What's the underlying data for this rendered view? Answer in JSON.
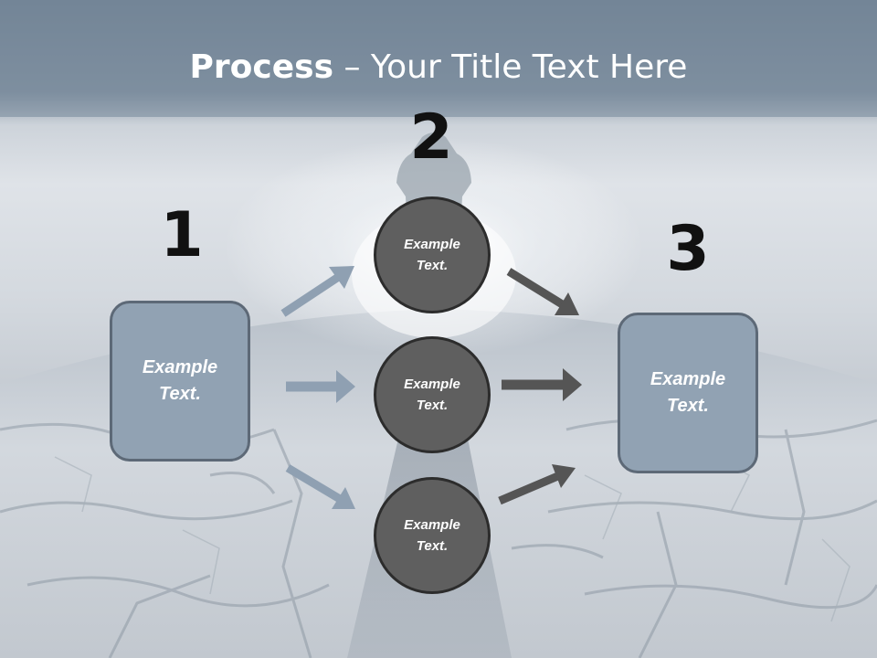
{
  "title": {
    "strong": "Process",
    "rest": " – Your Title Text Here"
  },
  "steps": [
    {
      "number": "1",
      "text": "Example\nText."
    },
    {
      "number": "2",
      "text": "Example\nText."
    },
    {
      "number": "3",
      "text": "Example\nText."
    }
  ],
  "middle_items": [
    {
      "text": "Example\nText."
    },
    {
      "text": "Example\nText."
    },
    {
      "text": "Example\nText."
    }
  ],
  "colors": {
    "box_fill": "#91a2b3",
    "box_border": "#5d6977",
    "circle_fill": "#5f5f5f",
    "circle_border": "#2c2c2c",
    "arrow_left": "#8fa0b2",
    "arrow_right": "#555555"
  }
}
